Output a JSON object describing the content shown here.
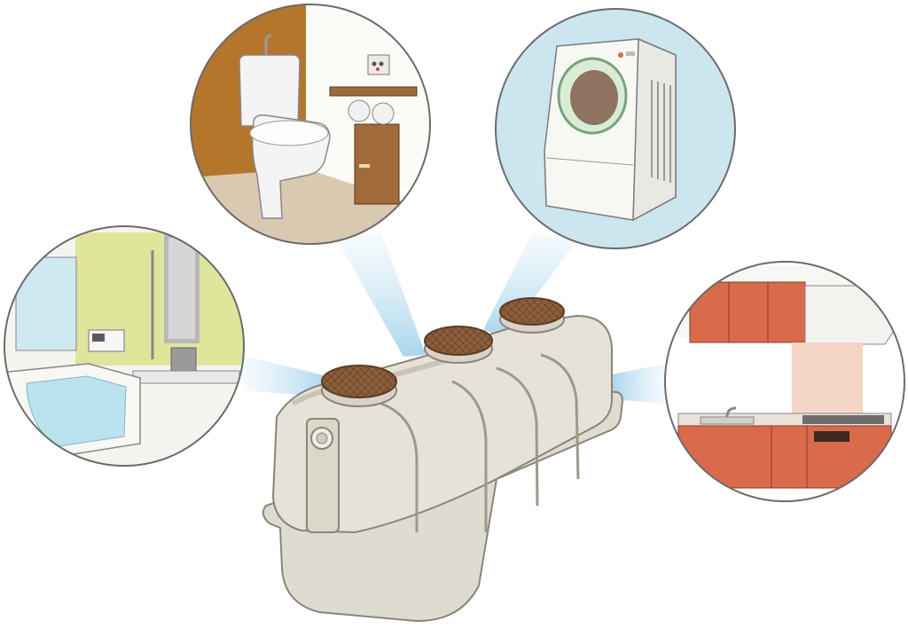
{
  "scene": {
    "type": "illustration",
    "subject": "septic-tank",
    "connected_rooms": [
      "toilet",
      "washing-machine",
      "bathroom",
      "kitchen"
    ]
  },
  "colors": {
    "tank_body": "#e4e0d6",
    "tank_outline": "#8a8578",
    "manhole_lid": "#8b5e3c",
    "beam": "#a9d6ee",
    "circle_outline": "#6b6b6b",
    "toilet_wall": "#b5762c",
    "bath_wall": "#dfe59a",
    "bath_water": "#b9e3ef",
    "washer_bg": "#cbe6ee",
    "kitchen_cabinet": "#d96a4a",
    "kitchen_splash": "#f5d6c6"
  },
  "icons": [
    "septic-tank-icon",
    "toilet-icon",
    "washing-machine-icon",
    "bathtub-icon",
    "kitchen-icon",
    "manhole-lid-icon"
  ]
}
